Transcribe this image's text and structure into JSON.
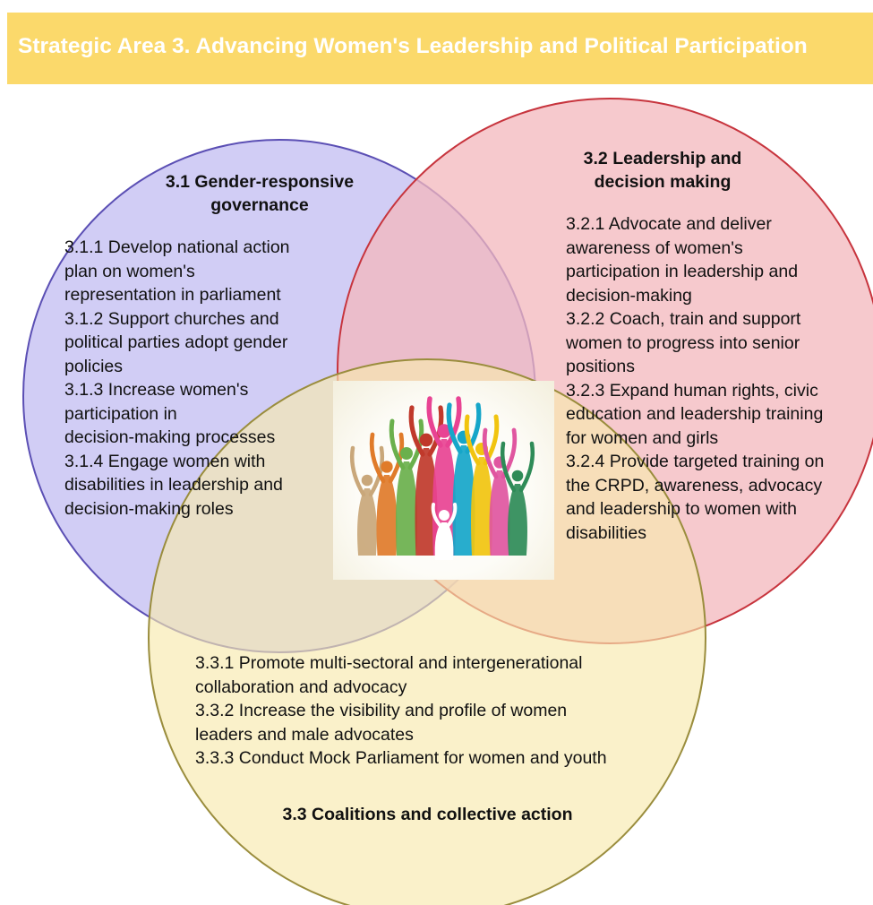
{
  "banner": {
    "title": "Strategic Area 3. Advancing Women's Leadership and Political Participation"
  },
  "colors": {
    "banner": "#fbd96b",
    "circle_1": "#c6c0f2",
    "circle_1_border": "#5b4fb4",
    "circle_2": "#f3b7bc",
    "circle_2_border": "#c7343d",
    "circle_3": "#f7e9ad",
    "circle_3_border": "#9a8d3d"
  },
  "venn": {
    "circle_1": {
      "heading": "3.1 Gender-responsive\ngovernance",
      "items": [
        "3.1.1 Develop national action\nplan on women's\nrepresentation in parliament",
        "3.1.2  Support churches and\npolitical parties adopt gender\npolicies",
        "3.1.3 Increase women's\nparticipation in\ndecision-making processes",
        "3.1.4 Engage women with\ndisabilities in leadership and\ndecision-making roles"
      ]
    },
    "circle_2": {
      "heading": "3.2 Leadership and\ndecision making",
      "items": [
        "3.2.1 Advocate and deliver\nawareness of women's\nparticipation in leadership and\ndecision-making",
        "3.2.2 Coach, train and support\nwomen to progress into senior\npositions",
        "3.2.3 Expand human rights, civic\neducation and leadership training\nfor women and girls",
        "3.2.4 Provide targeted training on\nthe CRPD, awareness, advocacy\nand leadership to women with\ndisabilities"
      ]
    },
    "circle_3": {
      "heading": "3.3 Coalitions and collective action",
      "items": [
        "3.3.1 Promote multi-sectoral and intergenerational\ncollaboration and advocacy",
        "3.3.2 Increase the visibility and profile of women\nleaders and male advocates",
        "3.3.3 Conduct Mock Parliament for women and youth"
      ]
    }
  },
  "center_image": {
    "icon": "raised-arms-people-icon",
    "figure_colors": [
      "#c9a77a",
      "#e07b2a",
      "#6ab04c",
      "#c0392b",
      "#e84393",
      "#16a6c9",
      "#f1c40f",
      "#e056a0",
      "#2e8b57",
      "#8e44ad"
    ]
  }
}
